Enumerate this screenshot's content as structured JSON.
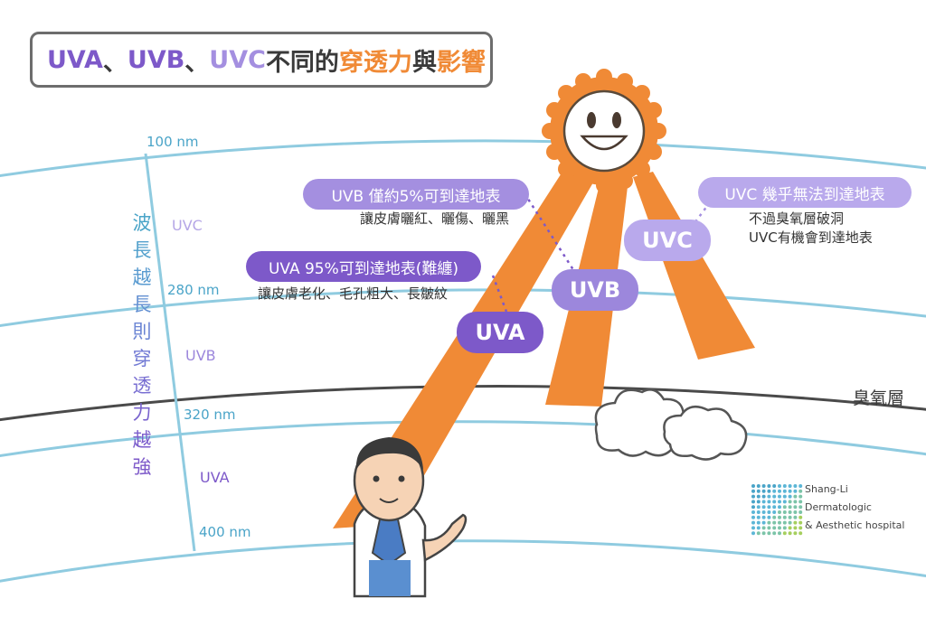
{
  "title": {
    "part_uva": "UVA",
    "sep1": "、",
    "part_uvb": "UVB",
    "sep2": "、",
    "part_uvc": "UVC",
    "part_diff": " 不同的",
    "part_pen": "穿透力",
    "part_and": "與",
    "part_effect": "影響"
  },
  "wavelength_labels": [
    "100 nm",
    "280 nm",
    "320 nm",
    "400 nm"
  ],
  "bands": [
    "UVC",
    "UVB",
    "UVA"
  ],
  "vertical_text": [
    "波",
    "長",
    "越",
    "長",
    "則",
    "穿",
    "透",
    "力",
    "越",
    "強"
  ],
  "callouts": {
    "uvb": {
      "pill": "UVB 僅約5%可到達地表",
      "desc": "讓皮膚曬紅、曬傷、曬黑"
    },
    "uva": {
      "pill": "UVA  95%可到達地表(難纏)",
      "desc": "讓皮膚老化、毛孔粗大、長皺紋"
    },
    "uvc": {
      "pill": "UVC 幾乎無法到達地表",
      "desc_line1": "不過臭氧層破洞",
      "desc_line2": "UVC有機會到達地表"
    }
  },
  "ray_tags": {
    "uvc": "UVC",
    "uvb": "UVB",
    "uva": "UVA"
  },
  "ozone_label": "臭氧層",
  "logo": {
    "line1": "Shang-Li",
    "line2": "Dermatologic",
    "line3": "& Aesthetic hospital"
  },
  "colors": {
    "orange": "#f08a36",
    "purple": "#7d59c9",
    "lavender": "#a48fe0",
    "sky_line": "#8fcbe0",
    "blue_text": "#4aa4c8"
  }
}
